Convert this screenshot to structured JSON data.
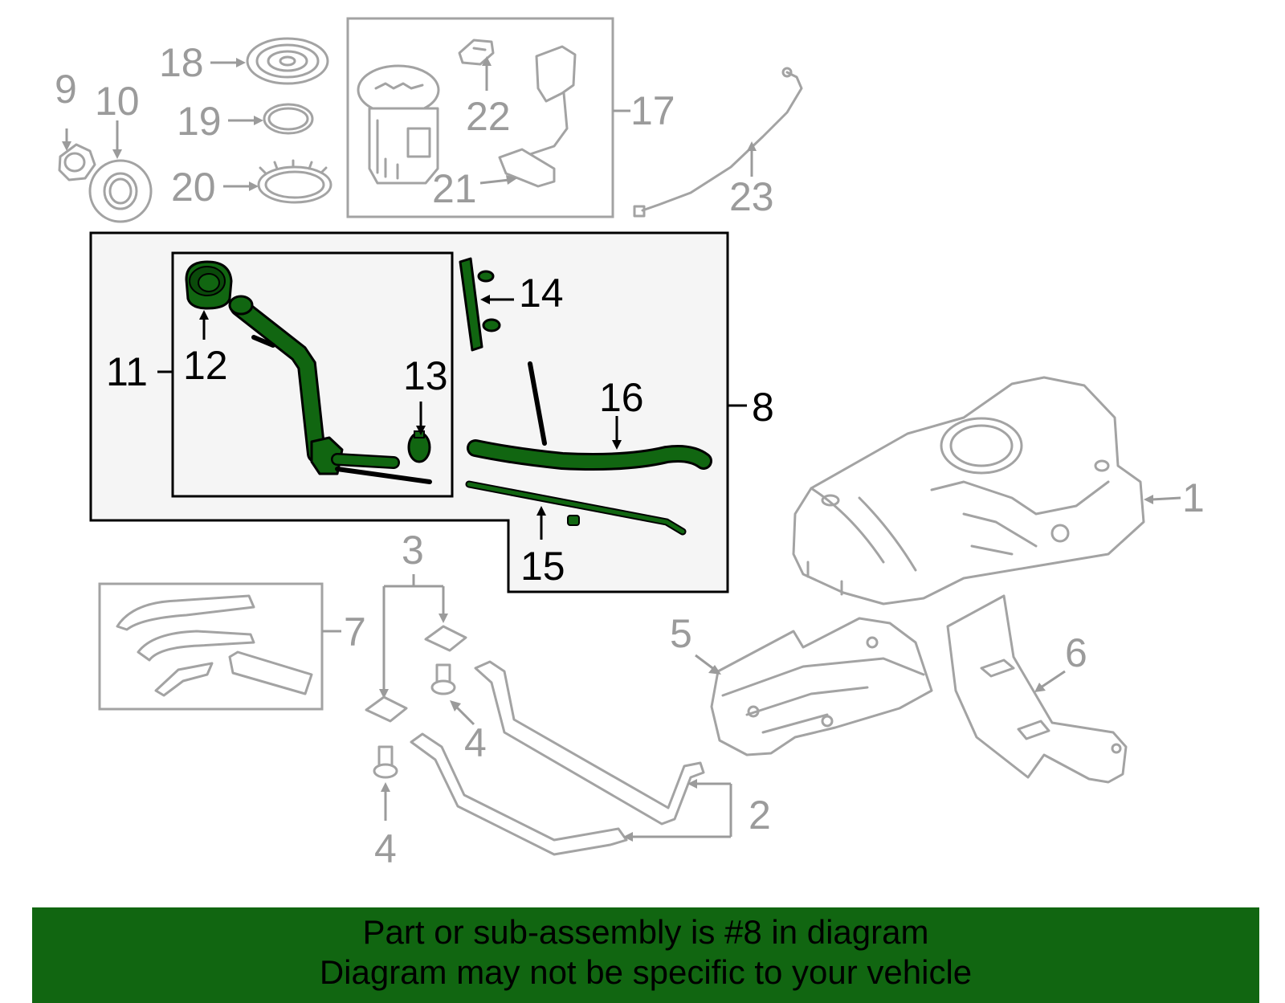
{
  "colors": {
    "banner_bg": "#116611",
    "highlight_part": "#116611",
    "dim_parts": "#a3a3a3"
  },
  "callouts": {
    "c1": "1",
    "c2": "2",
    "c3": "3",
    "c4a": "4",
    "c4b": "4",
    "c5": "5",
    "c6": "6",
    "c7": "7",
    "c8": "8",
    "c9": "9",
    "c10": "10",
    "c11": "11",
    "c12": "12",
    "c13": "13",
    "c14": "14",
    "c15": "15",
    "c16": "16",
    "c17": "17",
    "c18": "18",
    "c19": "19",
    "c20": "20",
    "c21": "21",
    "c22": "22",
    "c23": "23"
  },
  "banner": {
    "line1": "Part or sub-assembly is #8 in diagram",
    "line2": "Diagram may not be specific to your vehicle"
  }
}
